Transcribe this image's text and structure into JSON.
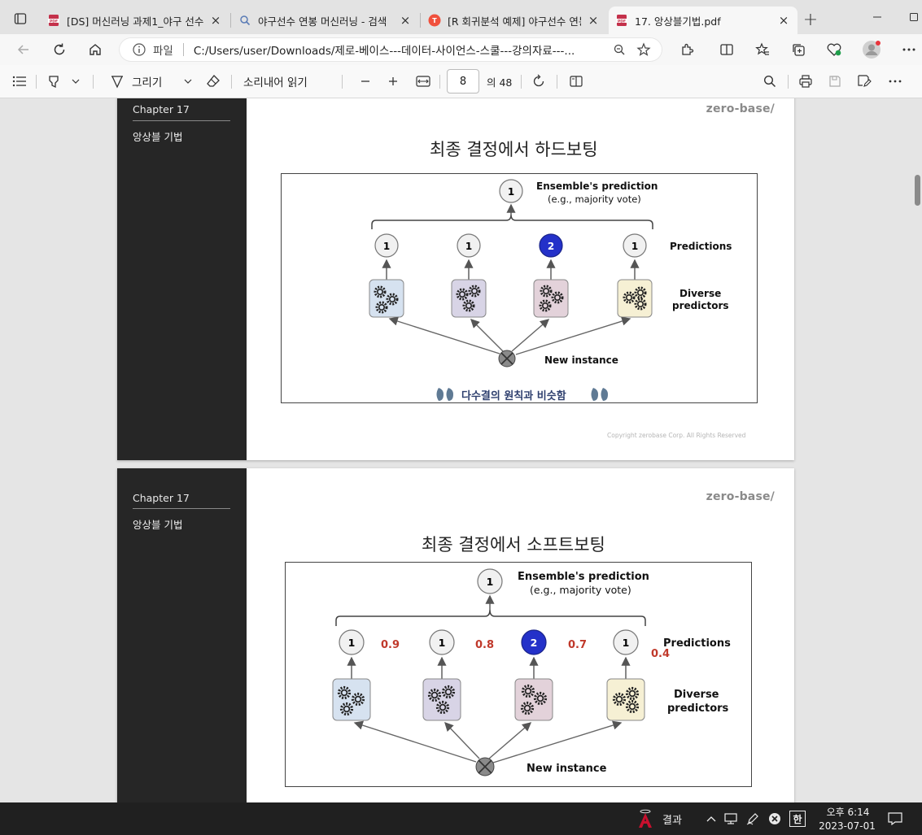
{
  "browser": {
    "tabs": [
      {
        "title": "[DS] 머신러닝 과제1_야구 선수",
        "icon": "pdf-icon",
        "active": false
      },
      {
        "title": "야구선수 연봉 머신러닝 - 검색",
        "icon": "search-icon",
        "active": false
      },
      {
        "title": "[R 회귀분석 예제] 야구선수 연봉",
        "icon": "site-favicon",
        "active": false
      },
      {
        "title": "17. 앙상블기법.pdf",
        "icon": "pdf-icon",
        "active": true
      }
    ],
    "address": {
      "label": "파일",
      "url": "C:/Users/user/Downloads/제로-베이스---데이터-사이언스-스쿨---강의자료---..."
    }
  },
  "pdf_toolbar": {
    "draw_label": "그리기",
    "read_aloud_label": "소리내어 읽기",
    "current_page": "8",
    "total_pages": "의 48"
  },
  "slides": [
    {
      "chapter": "Chapter   17",
      "subject": "앙상블 기법",
      "brand": "zero-base/",
      "title": "최종 결정에서 하드보팅",
      "figure": {
        "ensemble_value": "1",
        "ensemble_label": "Ensemble's prediction",
        "ensemble_sublabel": "(e.g., majority vote)",
        "predictions_label": "Predictions",
        "predictors_label_1": "Diverse",
        "predictors_label_2": "predictors",
        "instance_label": "New instance",
        "predictions": [
          "1",
          "1",
          "2",
          "1"
        ],
        "predictor_colors": [
          "#d6e2f0",
          "#d8d4e6",
          "#e3d2da",
          "#f6f0d4"
        ],
        "highlight_color": "#2431c9",
        "quote": "다수결의 원칙과 비슷함"
      },
      "copyright": "Copyright zerobase Corp. All Rights Reserved"
    },
    {
      "chapter": "Chapter   17",
      "subject": "앙상블 기법",
      "brand": "zero-base/",
      "title": "최종 결정에서 소프트보팅",
      "figure": {
        "ensemble_value": "1",
        "ensemble_label": "Ensemble's prediction",
        "ensemble_sublabel": "(e.g., majority vote)",
        "predictions_label": "Predictions",
        "predictors_label_1": "Diverse",
        "predictors_label_2": "predictors",
        "instance_label": "New instance",
        "predictions": [
          "1",
          "1",
          "2",
          "1"
        ],
        "probabilities": [
          "0.9",
          "0.8",
          "0.7",
          "0.4"
        ],
        "predictor_colors": [
          "#d6e2f0",
          "#d8d4e6",
          "#e3d2da",
          "#f6f0d4"
        ],
        "highlight_color": "#2431c9",
        "probability_color": "#c0392b"
      }
    }
  ],
  "taskbar": {
    "app_label": "결과",
    "time": "오후 6:14",
    "date": "2023-07-01",
    "ime": "한"
  }
}
